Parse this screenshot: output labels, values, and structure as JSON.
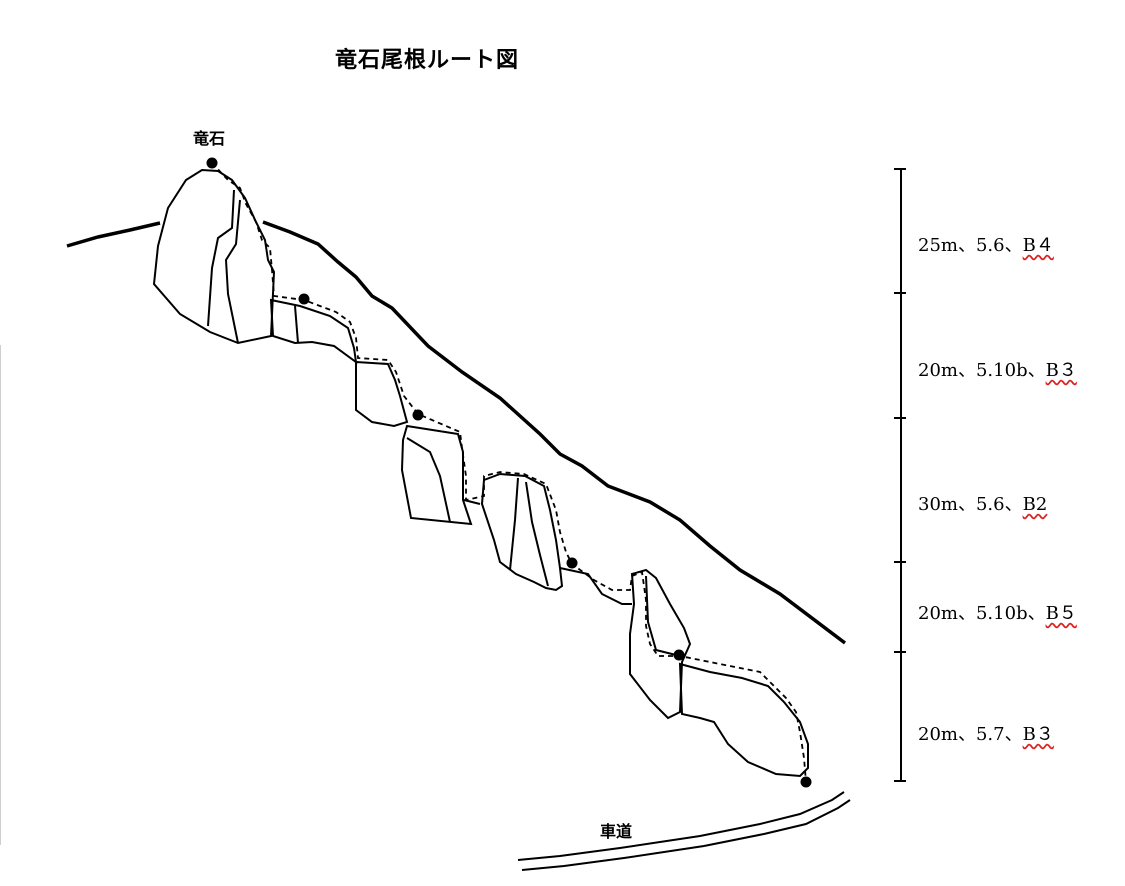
{
  "title": "竜石尾根ルート図",
  "summit_label": "竜石",
  "road_label": "車道",
  "pitches": [
    {
      "length": "25m",
      "grade": "5.6",
      "bolts": "B４"
    },
    {
      "length": "20m",
      "grade": "5.10b",
      "bolts": "B３"
    },
    {
      "length": "30m",
      "grade": "5.6",
      "bolts": "B2"
    },
    {
      "length": "20m",
      "grade": "5.10b",
      "bolts": "B５"
    },
    {
      "length": "20m",
      "grade": "5.7",
      "bolts": "B３"
    }
  ],
  "separator": "、"
}
